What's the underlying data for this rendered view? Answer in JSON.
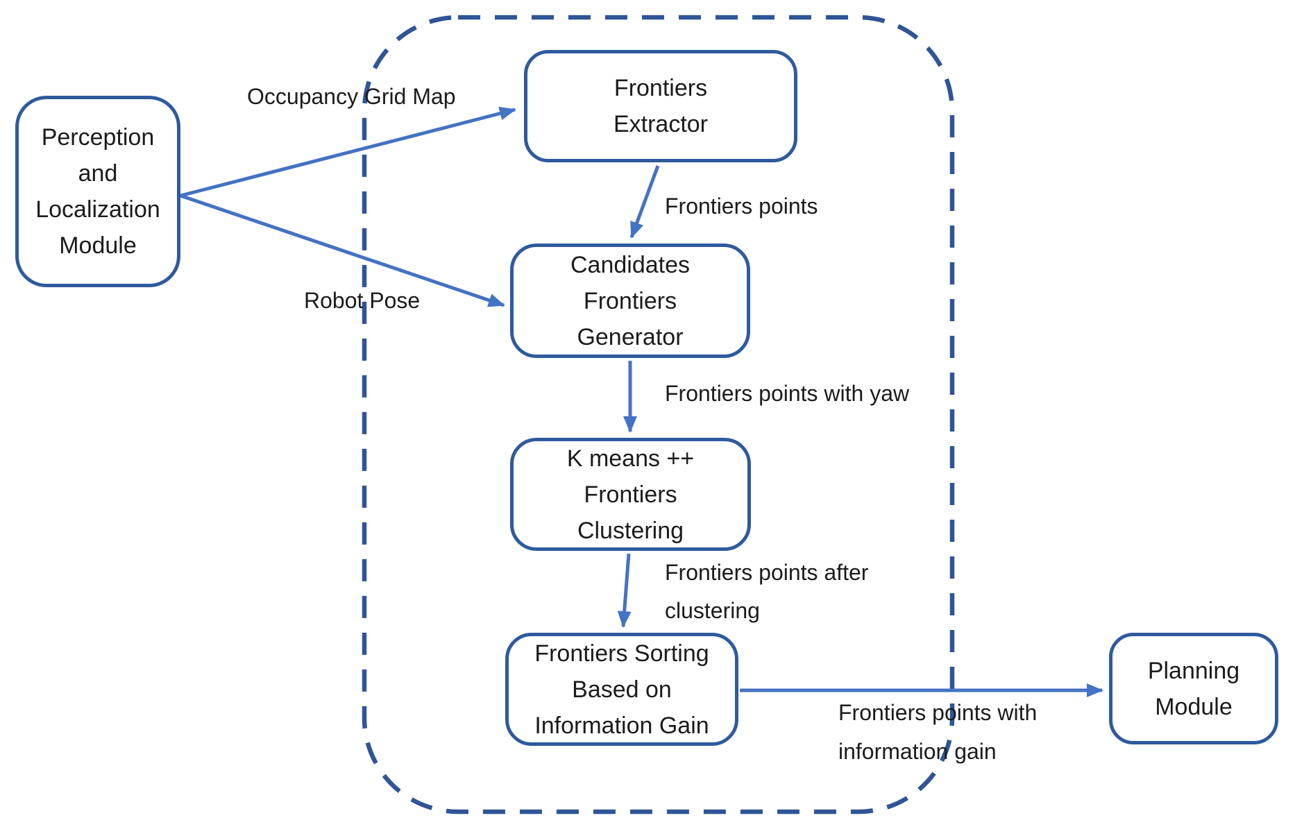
{
  "diagram": {
    "nodes": {
      "perception": {
        "label": "Perception\nand\nLocalization\nModule"
      },
      "extractor": {
        "label": "Frontiers\nExtractor"
      },
      "candidates": {
        "label": "Candidates\nFrontiers\nGenerator"
      },
      "kmeans": {
        "label": "K means ++\nFrontiers\nClustering"
      },
      "sorting": {
        "label": "Frontiers Sorting\nBased on\nInformation Gain"
      },
      "planning": {
        "label": "Planning\nModule"
      }
    },
    "edges": {
      "occupancy_grid_map": {
        "label": "Occupancy Grid Map"
      },
      "robot_pose": {
        "label": "Robot Pose"
      },
      "frontiers_points": {
        "label": "Frontiers points"
      },
      "with_yaw": {
        "label": "Frontiers points with yaw"
      },
      "after_clustering": {
        "label": "Frontiers points after\nclustering"
      },
      "info_gain": {
        "label": "Frontiers points with\ninformation gain"
      }
    },
    "colors": {
      "box_border": "#2e5a9e",
      "dashed_container_border": "#2f5597",
      "arrow": "#4472c4",
      "text": "#1b1b1b",
      "background": "#ffffff"
    }
  }
}
